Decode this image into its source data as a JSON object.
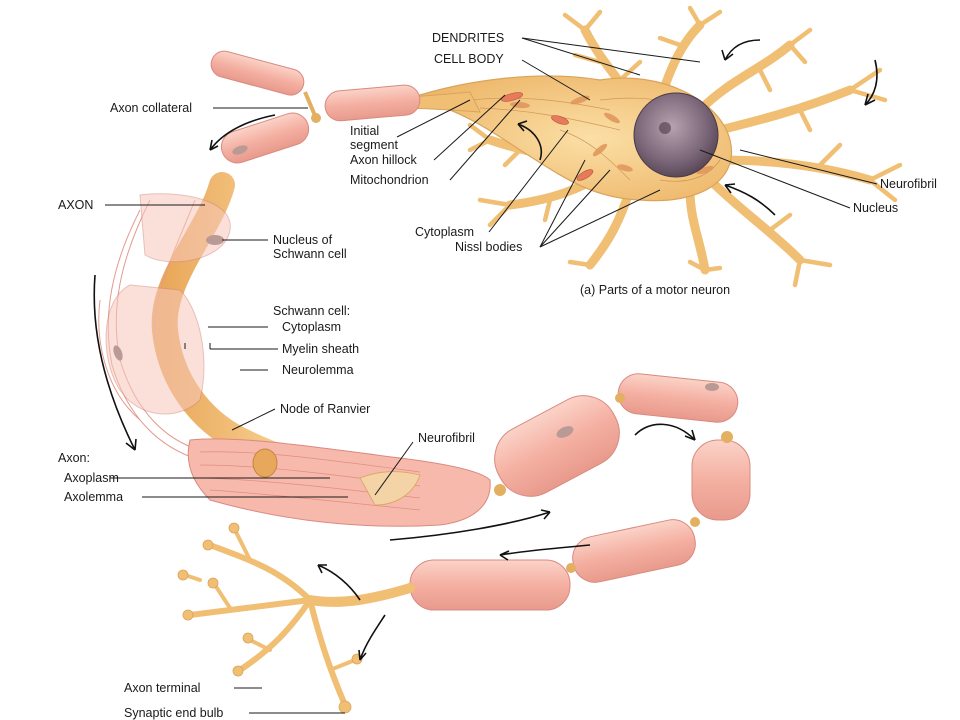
{
  "caption": "(a) Parts of a motor neuron",
  "labels": {
    "dendrites": "DENDRITES",
    "cell_body": "CELL BODY",
    "axon_collateral": "Axon collateral",
    "initial_segment_1": "Initial",
    "initial_segment_2": "segment",
    "axon_hillock": "Axon hillock",
    "mitochondrion": "Mitochondrion",
    "axon": "AXON",
    "neurofibril_top": "Neurofibril",
    "nucleus": "Nucleus",
    "cytoplasm_top": "Cytoplasm",
    "nissl_bodies": "Nissl bodies",
    "nucleus_schwann_1": "Nucleus of",
    "nucleus_schwann_2": "Schwann cell",
    "schwann_cell": "Schwann cell:",
    "cytoplasm": "Cytoplasm",
    "myelin_sheath": "Myelin sheath",
    "neurolemma": "Neurolemma",
    "node_of_ranvier": "Node of Ranvier",
    "neurofibril_mid": "Neurofibril",
    "axon_section": "Axon:",
    "axoplasm": "Axoplasm",
    "axolemma": "Axolemma",
    "axon_terminal": "Axon terminal",
    "synaptic_end_bulb": "Synaptic end bulb"
  },
  "colors": {
    "dendrite_fill": "#f3c57e",
    "dendrite_edge": "#d9a45a",
    "cell_body_fill": "#f7cf8a",
    "nucleus_fill": "#8a7687",
    "myelin_fill": "#f6b7aa",
    "myelin_edge": "#d98a80",
    "node_fill": "#e2b060",
    "schwann_nucleus": "#b99a94"
  }
}
